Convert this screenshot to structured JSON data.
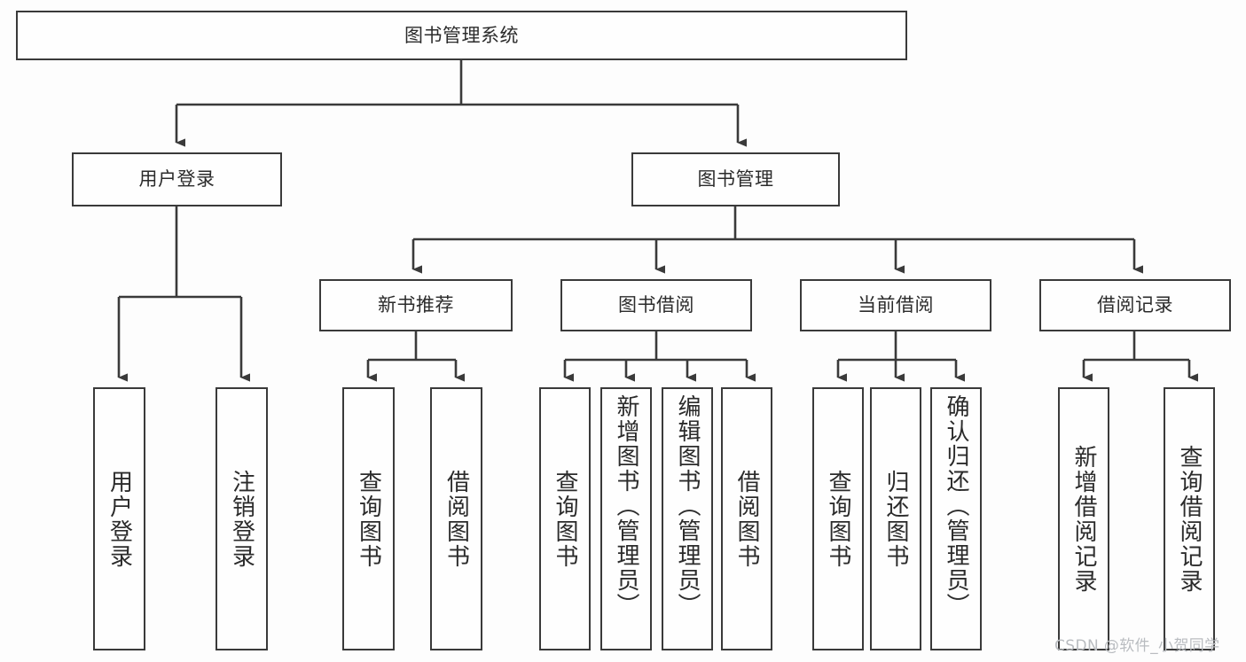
{
  "diagram": {
    "title": "图书管理系统",
    "type": "tree-hierarchy",
    "root": {
      "label": "图书管理系统"
    },
    "level1": [
      {
        "label": "用户登录"
      },
      {
        "label": "图书管理"
      }
    ],
    "level2": [
      {
        "label": "新书推荐"
      },
      {
        "label": "图书借阅"
      },
      {
        "label": "当前借阅"
      },
      {
        "label": "借阅记录"
      }
    ],
    "leaves_user_login": [
      {
        "label": "用户登录"
      },
      {
        "label": "注销登录"
      }
    ],
    "leaves_new_book": [
      {
        "label": "查询图书"
      },
      {
        "label": "借阅图书"
      }
    ],
    "leaves_borrow": [
      {
        "label": "查询图书"
      },
      {
        "label": "新增图书（管理员）"
      },
      {
        "label": "编辑图书（管理员）"
      },
      {
        "label": "借阅图书"
      }
    ],
    "leaves_current": [
      {
        "label": "查询图书"
      },
      {
        "label": "归还图书"
      },
      {
        "label": "确认归还（管理员）"
      }
    ],
    "leaves_record": [
      {
        "label": "新增借阅记录"
      },
      {
        "label": "查询借阅记录"
      }
    ]
  },
  "watermark": {
    "text": "CSDN @软件_小贺同学"
  },
  "colors": {
    "border": "#3a3a3a",
    "text": "#2b2b2b",
    "background": "#fdfdfd",
    "watermark": "#b9bcc0"
  }
}
